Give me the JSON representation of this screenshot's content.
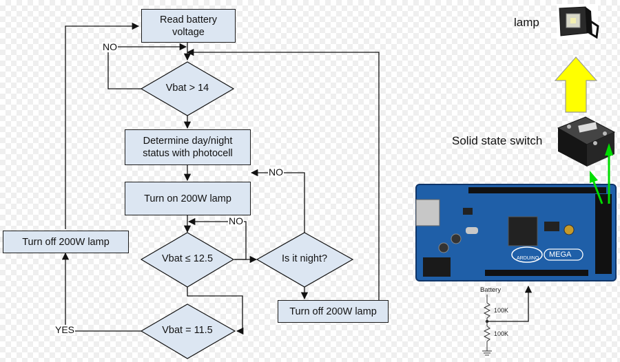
{
  "flowchart": {
    "read_battery": "Read battery voltage",
    "vbat_gt_14": "Vbat > 14",
    "determine_day_night": "Determine day/night status with photocell",
    "turn_on_lamp": "Turn on 200W lamp",
    "vbat_le_12_5": "Vbat ≤ 12.5",
    "is_it_night": "Is it night?",
    "vbat_eq_11_5": "Vbat = 11.5",
    "turn_off_lamp_left": "Turn off 200W lamp",
    "turn_off_lamp_right": "Turn off 200W lamp",
    "no_label_1": "NO",
    "no_label_2": "NO",
    "no_label_3": "NO",
    "yes_label": "YES"
  },
  "hardware": {
    "lamp_label": "lamp",
    "switch_label": "Solid state switch",
    "battery_label": "Battery",
    "resistor_1": "100K",
    "resistor_2": "100K",
    "board_brand": "ARDUINO",
    "board_model": "MEGA"
  },
  "colors": {
    "node_fill": "#dce6f2",
    "board_blue": "#1f5fa8",
    "arrow_yellow": "#ffff00",
    "wire_green": "#00dd00"
  }
}
